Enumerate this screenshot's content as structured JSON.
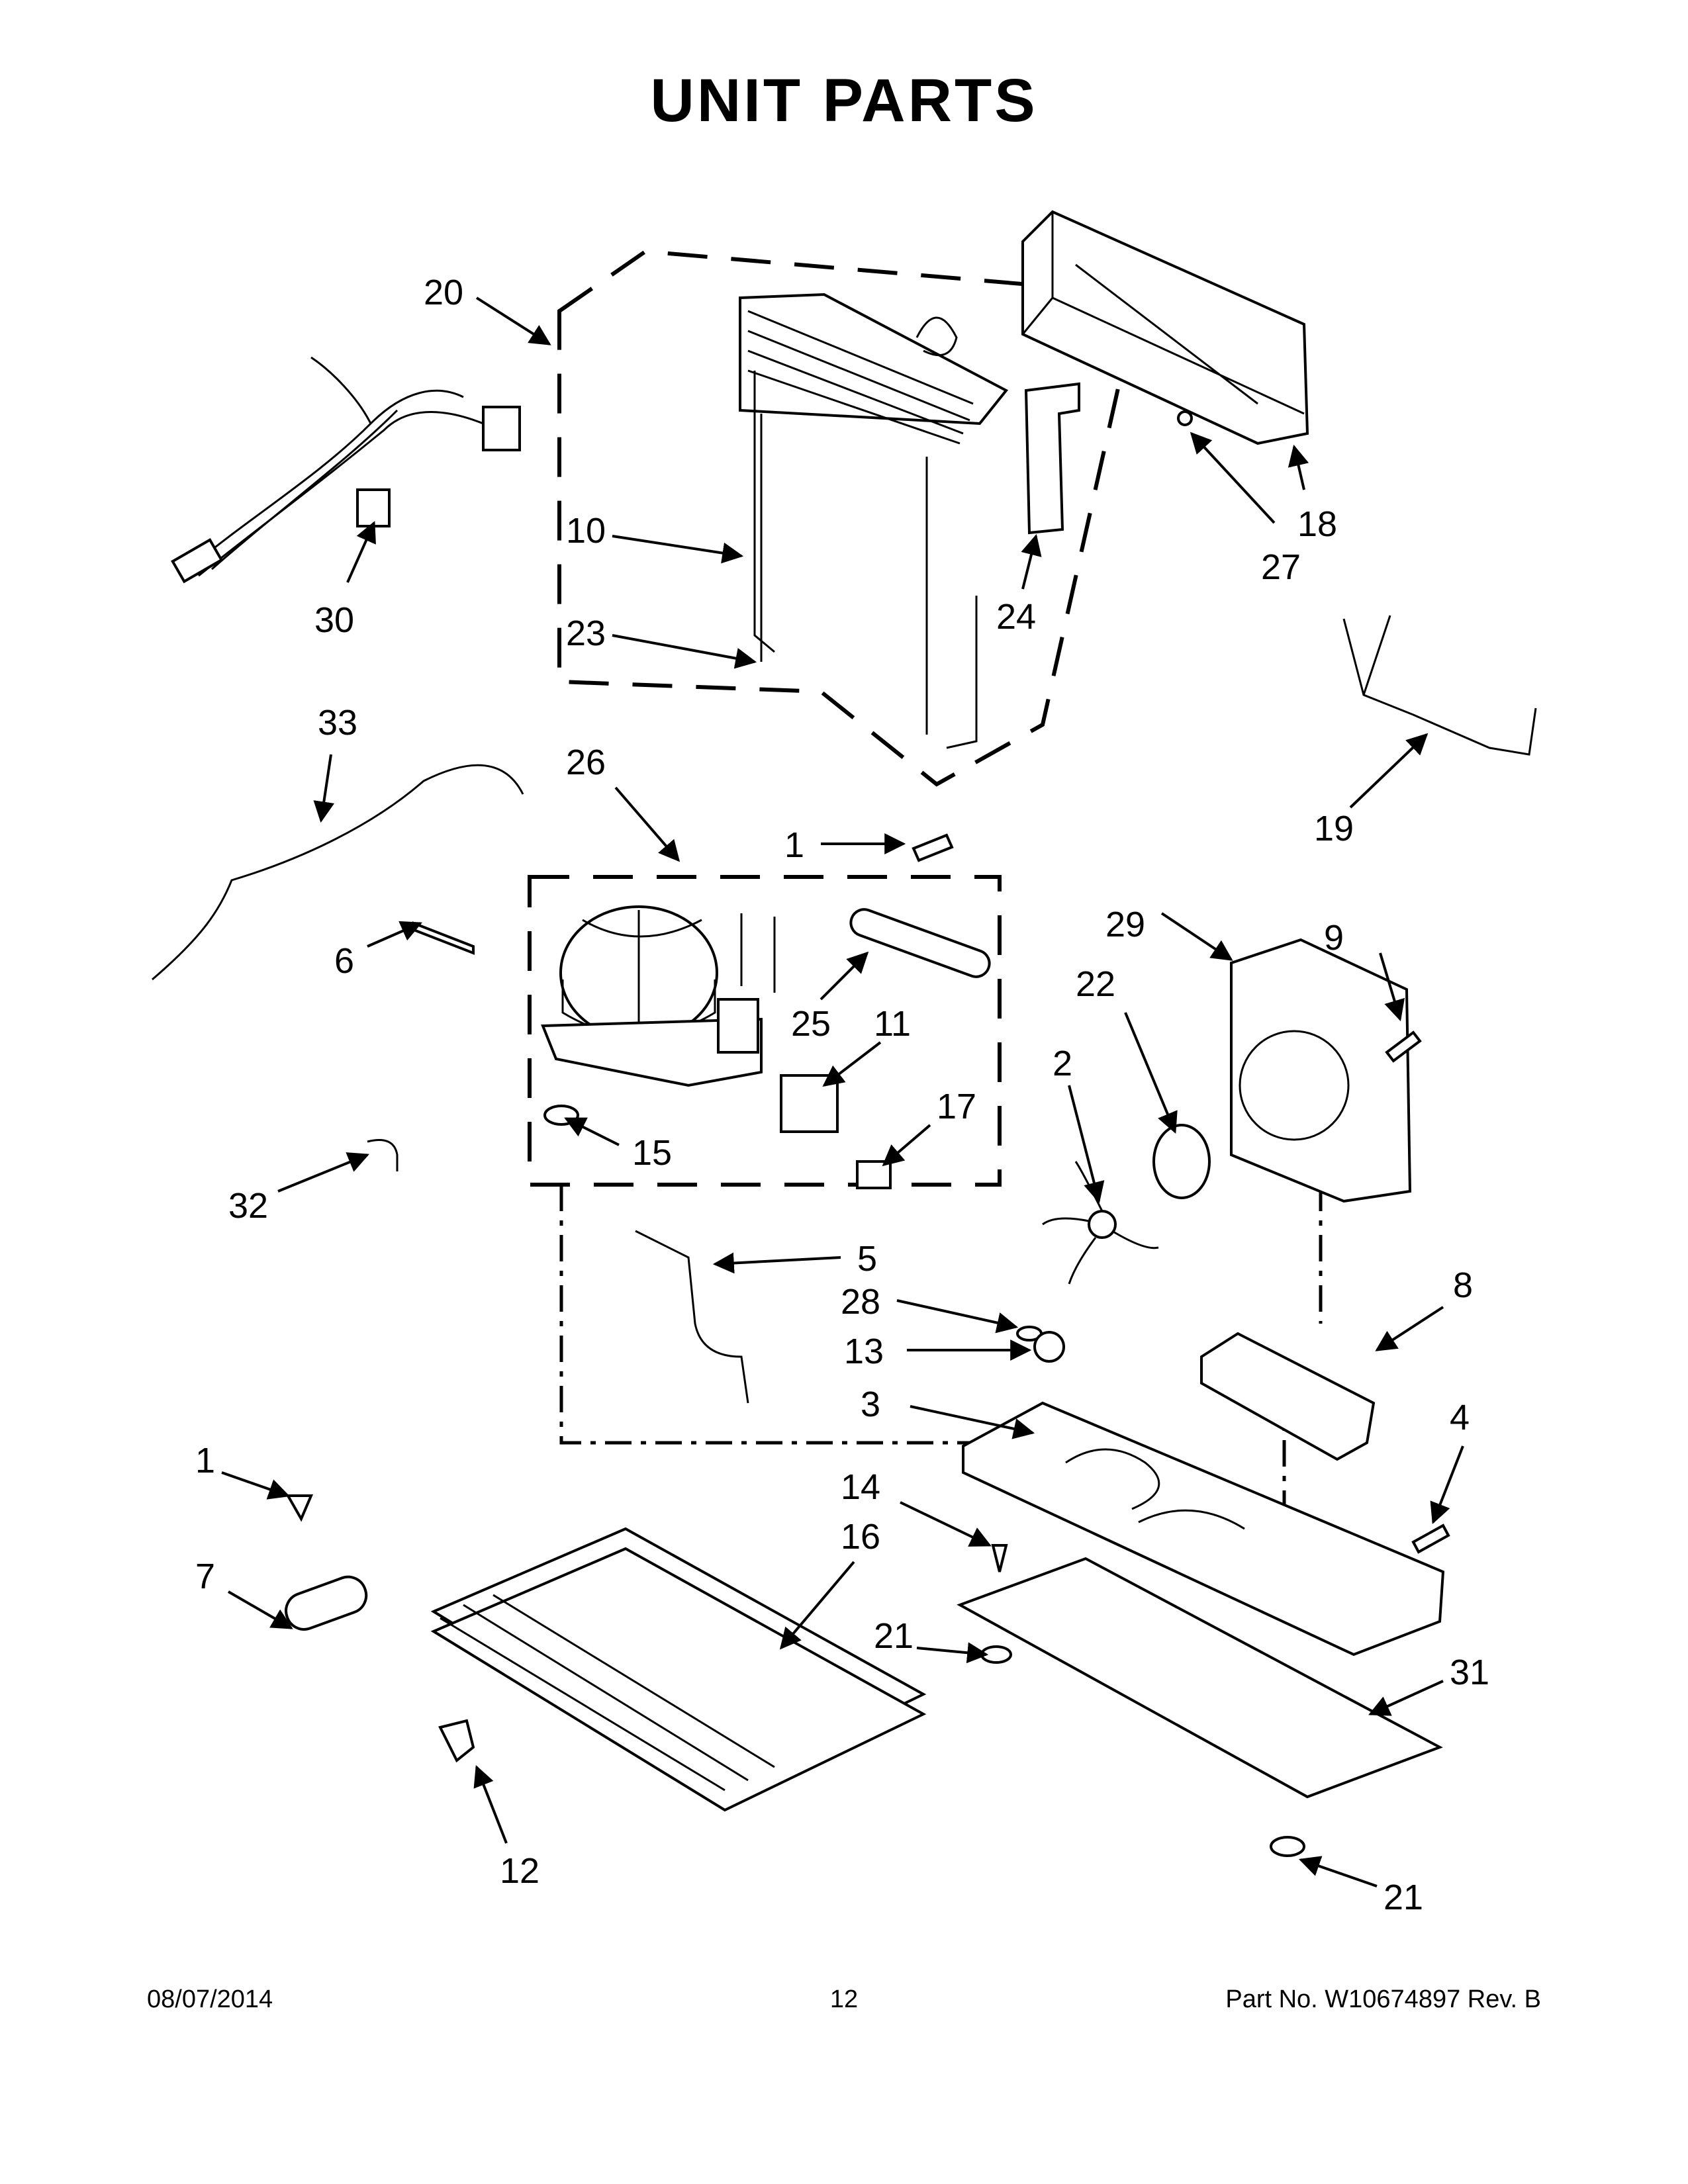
{
  "title": "UNIT PARTS",
  "callouts": [
    "20",
    "10",
    "23",
    "24",
    "18",
    "27",
    "30",
    "33",
    "26",
    "1",
    "25",
    "11",
    "17",
    "6",
    "15",
    "32",
    "19",
    "29",
    "9",
    "22",
    "2",
    "5",
    "28",
    "13",
    "3",
    "8",
    "4",
    "14",
    "1",
    "7",
    "16",
    "21",
    "31",
    "21",
    "12"
  ],
  "footer": {
    "date": "08/07/2014",
    "page": "12",
    "part_no": "Part No.  W10674897  Rev.  B"
  }
}
